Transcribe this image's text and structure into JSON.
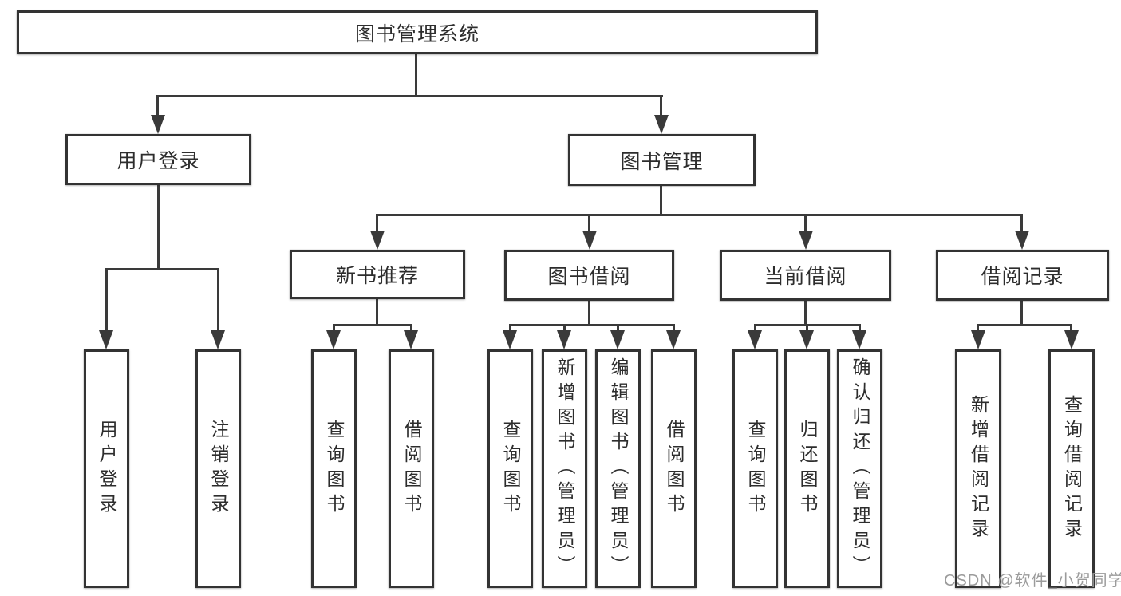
{
  "diagram": {
    "type": "hierarchy",
    "root": "图书管理系统",
    "children": [
      {
        "label": "用户登录",
        "children": [
          "用户登录",
          "注销登录"
        ]
      },
      {
        "label": "图书管理",
        "children": [
          {
            "label": "新书推荐",
            "children": [
              "查询图书",
              "借阅图书"
            ]
          },
          {
            "label": "图书借阅",
            "children": [
              "查询图书",
              "新增图书（管理员）",
              "编辑图书（管理员）",
              "借阅图书"
            ]
          },
          {
            "label": "当前借阅",
            "children": [
              "查询图书",
              "归还图书",
              "确认归还（管理员）"
            ]
          },
          {
            "label": "借阅记录",
            "children": [
              "新增借阅记录",
              "查询借阅记录"
            ]
          }
        ]
      }
    ]
  },
  "watermark": {
    "text": "CSDN @软件_小贺同学"
  },
  "colors": {
    "background": "#ffffff",
    "box_border": "#333333",
    "line": "#3a3a3a",
    "text": "#2d2d2d",
    "watermark": "#9b9b9b"
  }
}
